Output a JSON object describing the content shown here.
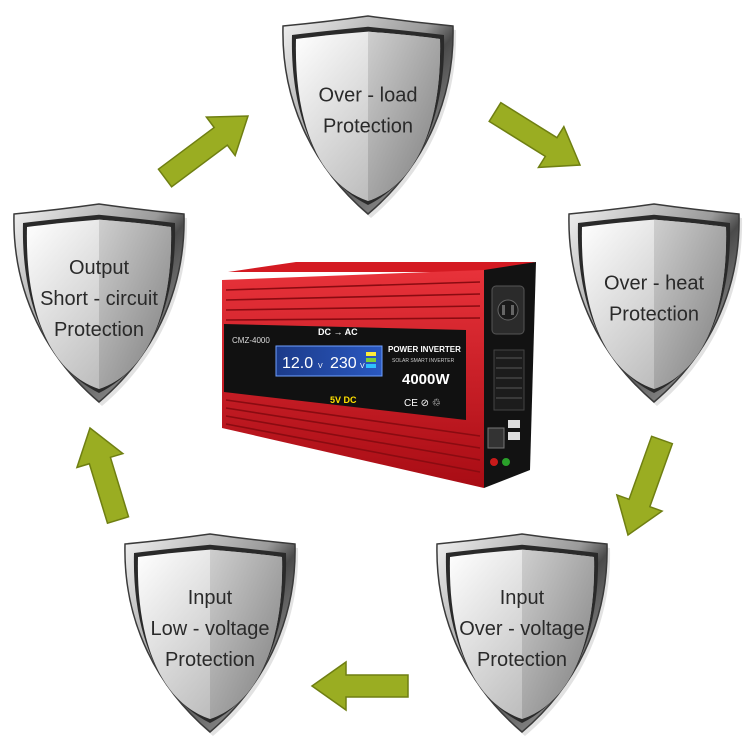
{
  "shields": [
    {
      "id": "overload",
      "lines": [
        "Over - load",
        "Protection"
      ]
    },
    {
      "id": "overheat",
      "lines": [
        "Over - heat",
        "Protection"
      ]
    },
    {
      "id": "input-overvoltage",
      "lines": [
        "Input",
        "Over - voltage",
        "Protection"
      ]
    },
    {
      "id": "input-lowvoltage",
      "lines": [
        "Input",
        "Low - voltage",
        "Protection"
      ]
    },
    {
      "id": "output-shortcircuit",
      "lines": [
        "Output",
        "Short - circuit",
        "Protection"
      ]
    }
  ],
  "inverter": {
    "model": "CMZ-4000",
    "mode": "DC → AC",
    "title": "POWER INVERTER",
    "subtitle": "SOLAR SMART INVERTER",
    "wattage": "4000W",
    "usb": "5V DC",
    "display_in": "12.0",
    "display_in_unit": "V",
    "display_out": "230",
    "display_out_unit": "V",
    "cert": "CE ⊘ ♲"
  },
  "colors": {
    "arrow": "#9aad22",
    "arrow_dark": "#6f7f12",
    "inverter_red": "#c8101a",
    "inverter_dark": "#1a1a1a"
  }
}
